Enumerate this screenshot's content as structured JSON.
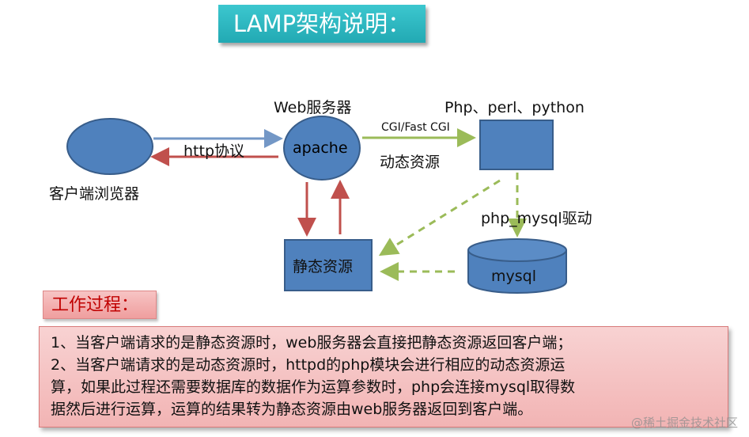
{
  "title": "LAMP架构说明：",
  "nodes": {
    "client_label": "客户端浏览器",
    "web_server_label": "Web服务器",
    "apache_label": "apache",
    "php_label": "Php、perl、python",
    "static_label": "静态资源",
    "mysql_label": "mysql"
  },
  "edges": {
    "http_label": "http协议",
    "cgi_label": "CGI/Fast CGI",
    "dynamic_label": "动态资源",
    "driver_label": "php_mysql驱动"
  },
  "process": {
    "label": "工作过程：",
    "lines": [
      "1、当客户端请求的是静态资源时，web服务器会直接把静态资源返回客户端；",
      "2、当客户端请求的是动态资源时，httpd的php模块会进行相应的动态资源运",
      "算，如果此过程还需要数据库的数据作为运算参数时，php会连接mysql取得数",
      "据然后进行运算，运算的结果转为静态资源由web服务器返回到客户端。"
    ]
  },
  "watermark": "@稀土掘金技术社区",
  "colors": {
    "node_fill": "#4f81bd",
    "node_stroke": "#385d8a",
    "blue_arrow": "#7397c6",
    "red_arrow": "#c0504d",
    "green_arrow": "#9bbb59",
    "title_bg": "#2fb7c0",
    "desc_bg": "#f5c2c2"
  }
}
